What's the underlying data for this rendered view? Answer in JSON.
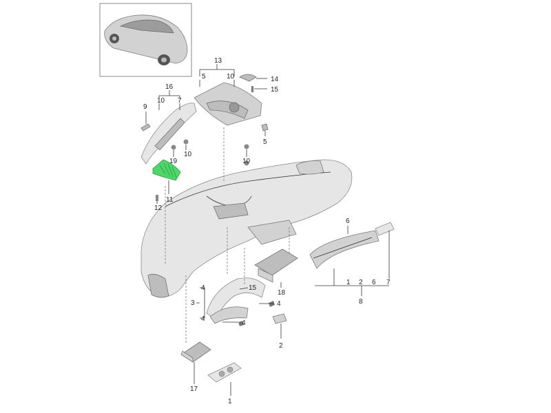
{
  "colors": {
    "highlight": "#4fd66a",
    "part": "#e6e6e6",
    "outline": "#8a8a8a"
  },
  "highlighted_part": "11",
  "labels": {
    "l13": "13",
    "l5a": "5",
    "l10a": "10",
    "l14": "14",
    "l15a": "15",
    "l16": "16",
    "l10b": "10",
    "l9": "9",
    "l7a": "7",
    "l19": "19",
    "l10c": "10",
    "l10d": "10",
    "l5b": "5",
    "l12": "12",
    "l11": "11",
    "l6": "6",
    "l1a": "1",
    "l2": "2",
    "l6b": "6",
    "l7b": "7",
    "l8": "8",
    "l18": "18",
    "l4a": "4",
    "l3": "3",
    "l4b": "4",
    "l15b": "15",
    "l4c": "4",
    "l4d": "4",
    "l2b": "2",
    "l17": "17",
    "l1b": "1"
  }
}
